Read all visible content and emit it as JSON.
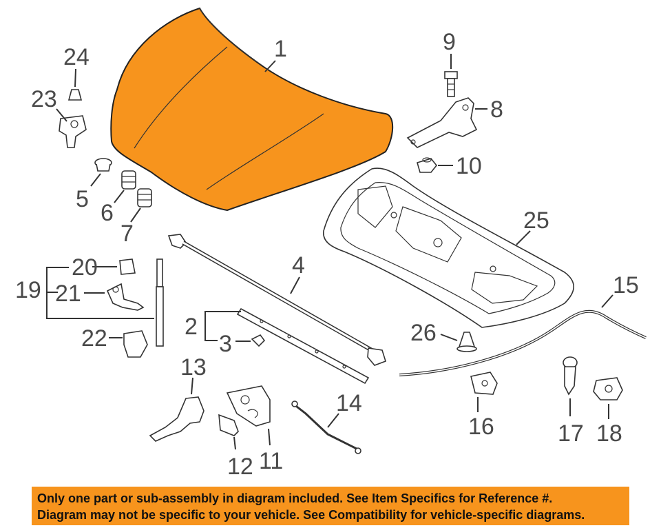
{
  "colors": {
    "highlight": "#f7941d",
    "banner": "#f7941d",
    "line": "#333333"
  },
  "callouts": {
    "c1": "1",
    "c2": "2",
    "c3": "3",
    "c4": "4",
    "c5": "5",
    "c6": "6",
    "c7": "7",
    "c8": "8",
    "c9": "9",
    "c10": "10",
    "c11": "11",
    "c12": "12",
    "c13": "13",
    "c14": "14",
    "c15": "15",
    "c16": "16",
    "c17": "17",
    "c18": "18",
    "c19": "19",
    "c20": "20",
    "c21": "21",
    "c22": "22",
    "c23": "23",
    "c24": "24",
    "c25": "25",
    "c26": "26"
  },
  "disclaimer": {
    "line1": "Only one part or sub-assembly in diagram included. See Item Specifics for Reference #.",
    "line2": "Diagram may not be specific to your vehicle. See Compatibility for vehicle-specific diagrams."
  }
}
